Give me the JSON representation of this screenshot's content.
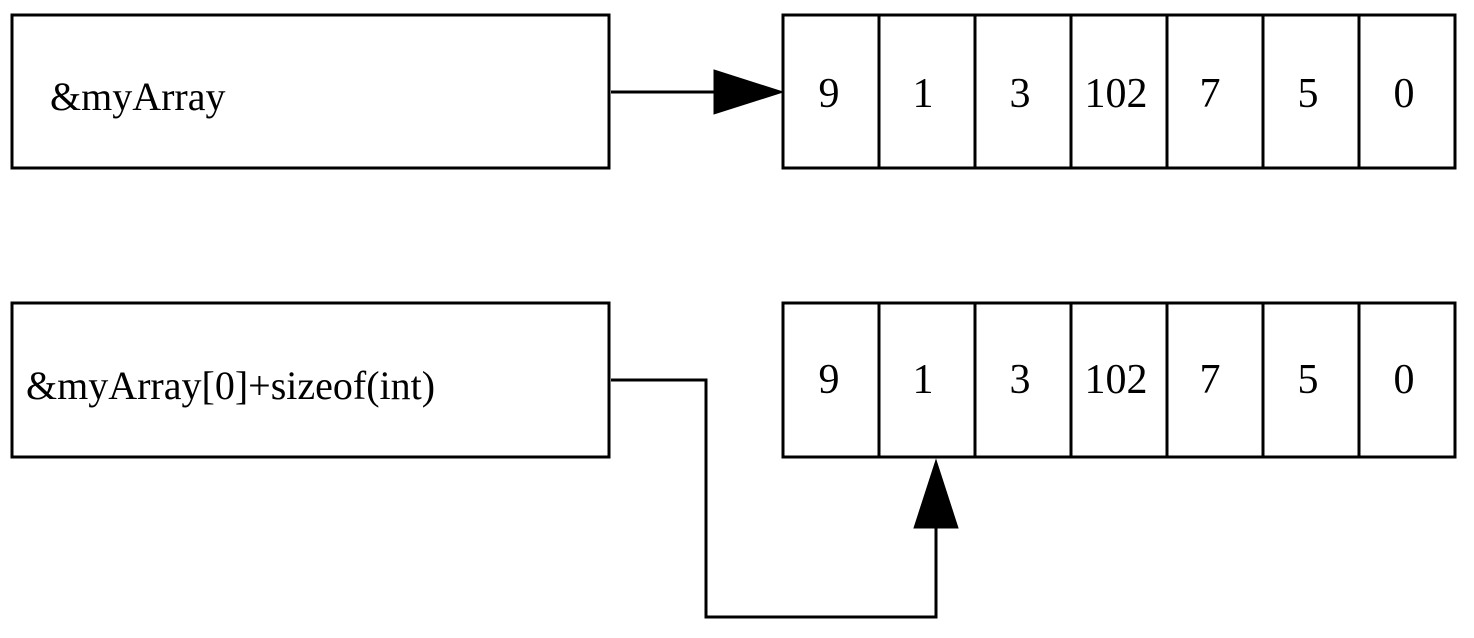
{
  "diagram": {
    "top": {
      "pointer_label": "&myArray",
      "array_values": [
        "9",
        "1",
        "3",
        "102",
        "7",
        "5",
        "0"
      ],
      "pointed_index": 0
    },
    "bottom": {
      "pointer_label": "&myArray[0]+sizeof(int)",
      "array_values": [
        "9",
        "1",
        "3",
        "102",
        "7",
        "5",
        "0"
      ],
      "pointed_index": 1
    }
  }
}
